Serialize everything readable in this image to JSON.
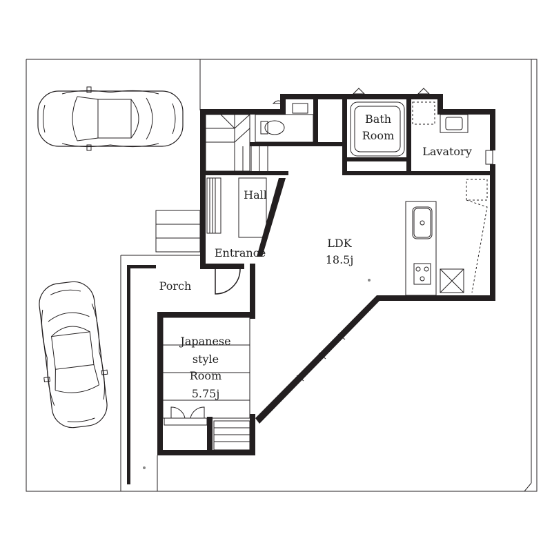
{
  "colors": {
    "wall": "#231f20",
    "background": "#ffffff",
    "text": "#222222"
  },
  "rooms": {
    "bath_line1": "Bath",
    "bath_line2": "Room",
    "lavatory": "Lavatory",
    "hall": "Hall",
    "entrance": "Entrance",
    "ldk_name": "LDK",
    "ldk_area": "18.5j",
    "porch": "Porch",
    "japanese_line1": "Japanese",
    "japanese_line2": "style",
    "japanese_line3": "Room",
    "japanese_area": "5.75j"
  },
  "icons": {
    "car_top": "car-icon",
    "car_left": "car-icon",
    "toilet": "toilet-icon",
    "bathtub": "bathtub-icon",
    "sink": "sink-icon",
    "stove": "stove-icon",
    "stairs": "stairs-icon"
  }
}
